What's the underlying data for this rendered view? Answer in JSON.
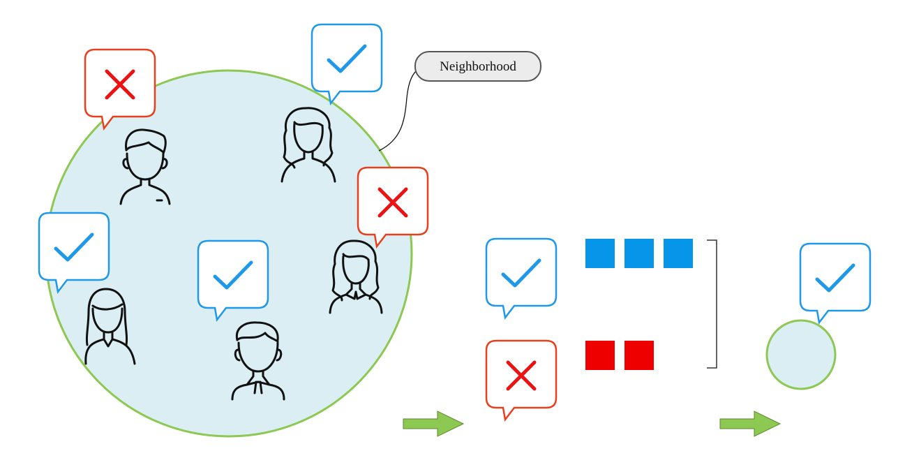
{
  "diagram": {
    "neighborhood_label": "Neighborhood",
    "colors": {
      "accept": "#1e98e8",
      "reject": "#e8401e",
      "reject_mark": "#ee1111",
      "neighborhood_fill": "#dbeef3",
      "neighborhood_stroke": "#8cc852",
      "arrow": "#8cc852",
      "count_accept": "#0795ea",
      "count_reject": "#ee0000"
    },
    "votes": [
      {
        "id": "vote-man-top",
        "kind": "reject"
      },
      {
        "id": "vote-woman-top",
        "kind": "accept"
      },
      {
        "id": "vote-woman-right",
        "kind": "reject"
      },
      {
        "id": "vote-woman-left",
        "kind": "accept"
      },
      {
        "id": "vote-man-bottom",
        "kind": "accept"
      }
    ],
    "tally": {
      "accept_count": 3,
      "reject_count": 2
    },
    "result": {
      "kind": "accept"
    }
  }
}
